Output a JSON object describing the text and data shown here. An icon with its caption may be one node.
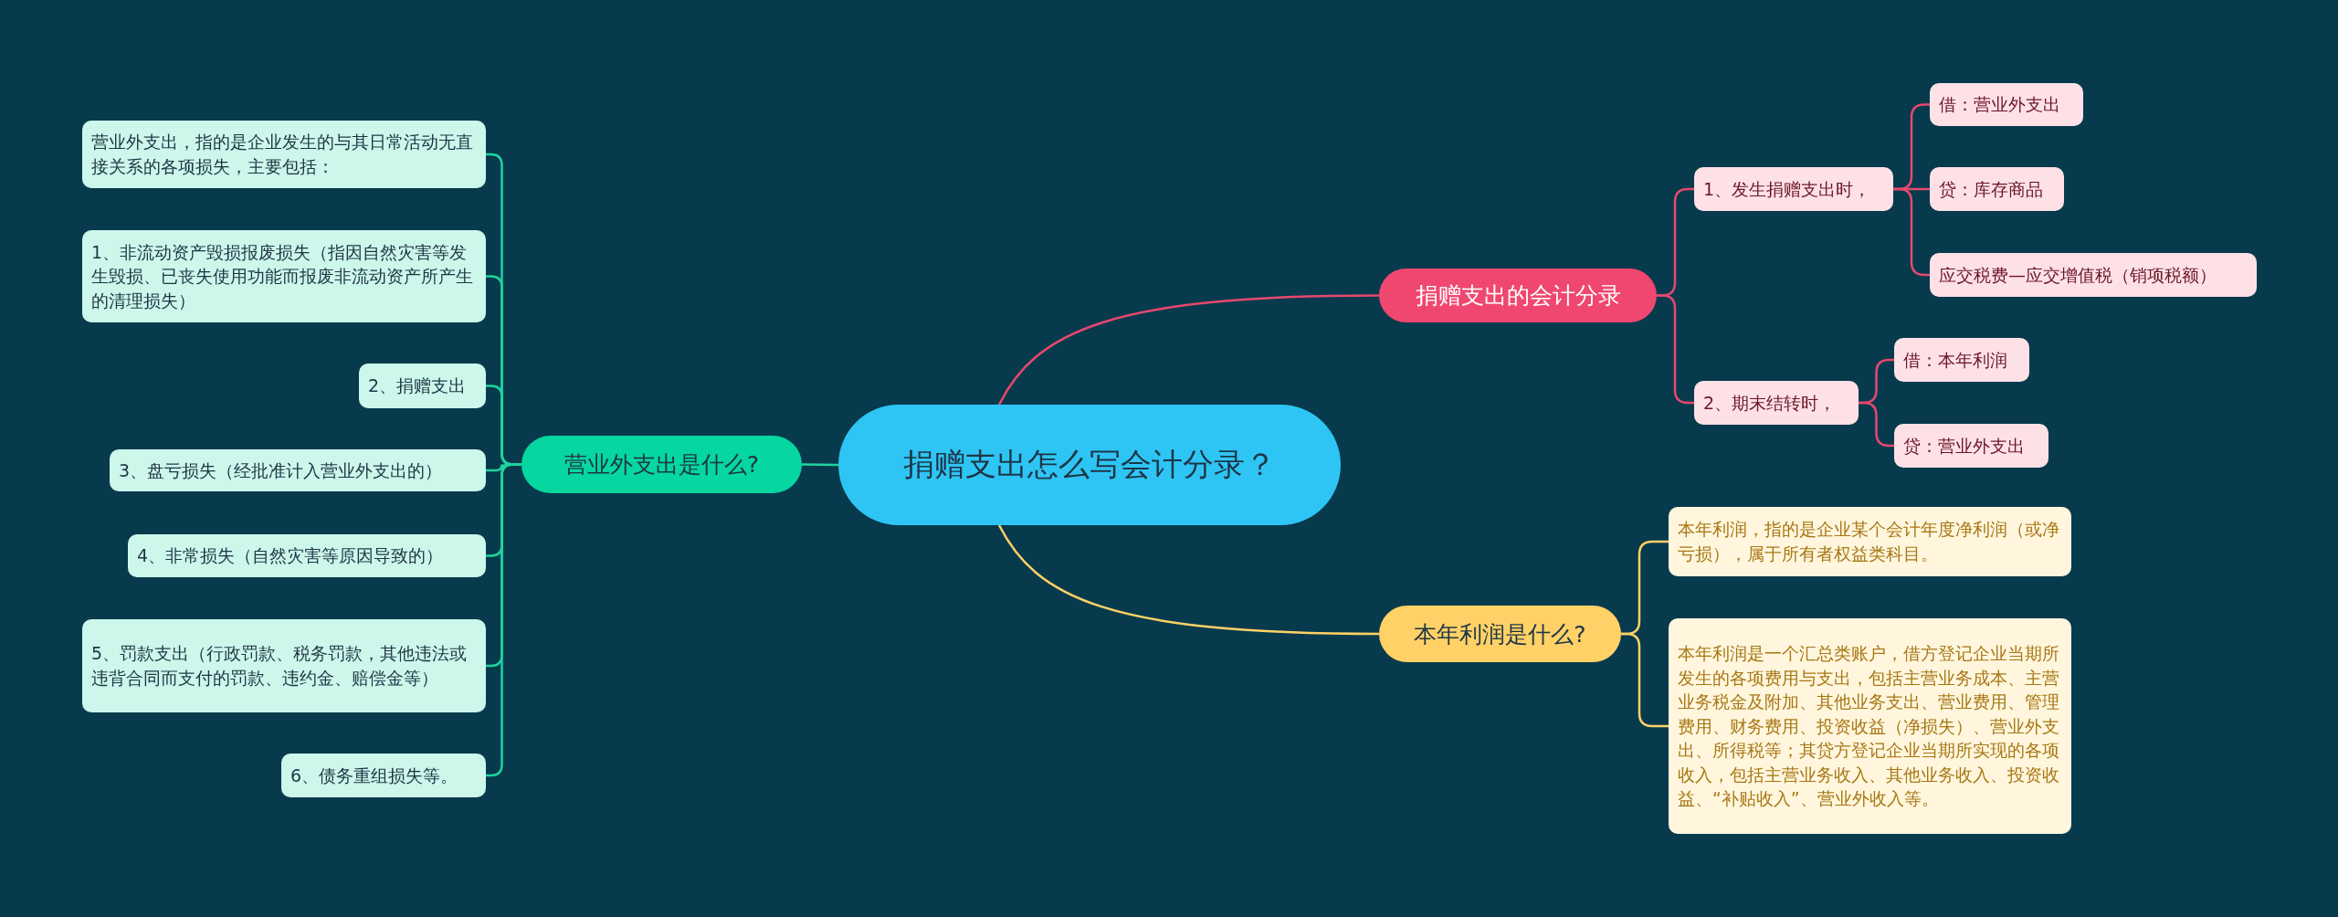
{
  "diagram": {
    "nodes": [
      {
        "text": [
          "捐赠支出怎么写会计分录？"
        ]
      },
      {
        "text": [
          "营业外支出是什么?"
        ]
      },
      {
        "text": [
          "营业外支出，指的是企业发生的与其日常活动无直接关系的各项损失，主要包括："
        ]
      },
      {
        "text": [
          "1、非流动资产毁损报废损失（指因自然灾害等发生毁损、已丧失使用功能而报废非流动资产所产生的清理损失）"
        ]
      },
      {
        "text": [
          "2、捐赠支出"
        ]
      },
      {
        "text": [
          "3、盘亏损失（经批准计入营业外支出的）"
        ]
      },
      {
        "text": [
          "4、非常损失（自然灾害等原因导致的）"
        ]
      },
      {
        "text": [
          "5、罚款支出（行政罚款、税务罚款，其他违法或违背合同而支付的罚款、违约金、赔偿金等）"
        ]
      },
      {
        "text": [
          "6、债务重组损失等。"
        ]
      },
      {
        "text": [
          "捐赠支出的会计分录"
        ]
      },
      {
        "text": [
          "1、发生捐赠支出时，"
        ]
      },
      {
        "text": [
          "借：营业外支出"
        ]
      },
      {
        "text": [
          "贷：库存商品"
        ]
      },
      {
        "text": [
          "应交税费—应交增值税（销项税额）"
        ]
      },
      {
        "text": [
          "2、期末结转时，"
        ]
      },
      {
        "text": [
          "借：本年利润"
        ]
      },
      {
        "text": [
          "贷：营业外支出"
        ]
      },
      {
        "text": [
          "本年利润是什么?"
        ]
      },
      {
        "text": [
          "本年利润，指的是企业某个会计年度净利润（或净亏损），属于所有者权益类科目。"
        ]
      },
      {
        "text": [
          "本年利润是一个汇总类账户，借方登记企业当期所发生的各项费用与支出，包括主营业务成本、主营业务税金及附加、其他业务支出、营业费用、管理费用、财务费用、投资收益（净损失）、营业外支出、所得税等；其贷方登记企业当期所实现的各项收入，包括主营业务收入、其他业务收入、投资收益、“补贴收入”、营业外收入等。"
        ]
      }
    ],
    "edges": [
      {
        "from": 0,
        "to": 1,
        "arrow": "none"
      },
      {
        "from": 1,
        "to": 2,
        "arrow": "none"
      },
      {
        "from": 1,
        "to": 3,
        "arrow": "none"
      },
      {
        "from": 1,
        "to": 4,
        "arrow": "none"
      },
      {
        "from": 1,
        "to": 5,
        "arrow": "none"
      },
      {
        "from": 1,
        "to": 6,
        "arrow": "none"
      },
      {
        "from": 1,
        "to": 7,
        "arrow": "none"
      },
      {
        "from": 1,
        "to": 8,
        "arrow": "none"
      },
      {
        "from": 0,
        "to": 9,
        "arrow": "none",
        "color": "#e8476f"
      },
      {
        "from": 9,
        "to": 10,
        "arrow": "none",
        "color": "#e8476f"
      },
      {
        "from": 10,
        "to": 11,
        "arrow": "none",
        "color": "#e8476f"
      },
      {
        "from": 10,
        "to": 12,
        "arrow": "none",
        "color": "#e8476f"
      },
      {
        "from": 10,
        "to": 13,
        "arrow": "none",
        "color": "#e8476f"
      },
      {
        "from": 9,
        "to": 14,
        "arrow": "none",
        "color": "#e8476f"
      },
      {
        "from": 14,
        "to": 15,
        "arrow": "none",
        "color": "#e8476f"
      },
      {
        "from": 14,
        "to": 16,
        "arrow": "none",
        "color": "#e8476f"
      },
      {
        "from": 0,
        "to": 17,
        "arrow": "none",
        "color": "#ffd166"
      },
      {
        "from": 17,
        "to": 18,
        "arrow": "none",
        "color": "#ffd166"
      },
      {
        "from": 17,
        "to": 19,
        "arrow": "none",
        "color": "#ffd166"
      }
    ]
  }
}
